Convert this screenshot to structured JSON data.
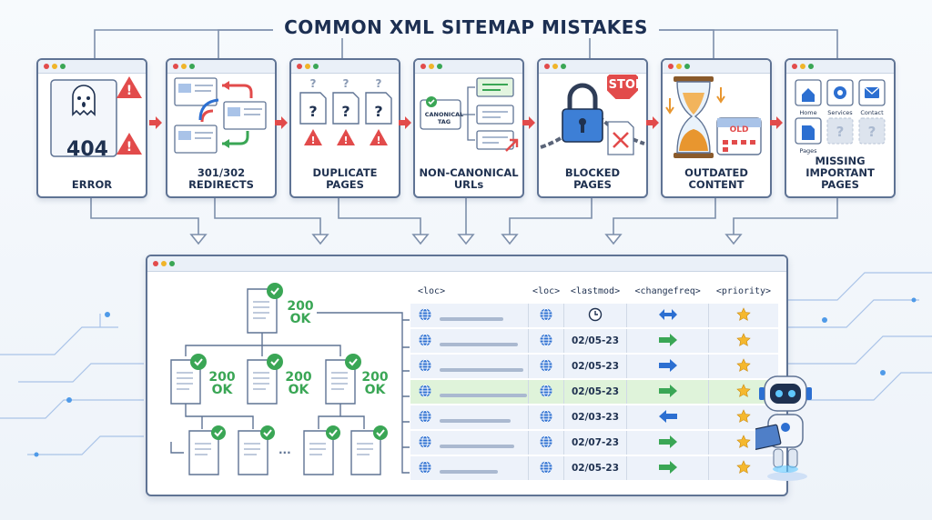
{
  "title": "COMMON XML SITEMAP MISTAKES",
  "mistakes": [
    {
      "label": "ERROR",
      "code": "404"
    },
    {
      "label": "301/302\nREDIRECTS"
    },
    {
      "label": "DUPLICATE\nPAGES"
    },
    {
      "label": "NON-CANONICAL\nURLs",
      "tag": "CANONICAL\nTAG"
    },
    {
      "label": "BLOCKED\nPAGES",
      "stop": "STOP"
    },
    {
      "label": "OUTDATED\nCONTENT",
      "old": "OLD"
    },
    {
      "label": "MISSING\nIMPORTANT PAGES",
      "pages": [
        "Home",
        "Services",
        "Contact",
        "Pages"
      ]
    }
  ],
  "tree": {
    "root_status": "200\nOK",
    "child_status": "200\nOK",
    "ellipsis": "..."
  },
  "table": {
    "headers": [
      "<loc>",
      "<loc>",
      "<lastmod>",
      "<changefreq>",
      "<priority>"
    ],
    "rows": [
      {
        "lastmod": "",
        "freq": "clock",
        "highlight": false
      },
      {
        "lastmod": "02/05-23",
        "freq": "right-green",
        "highlight": false
      },
      {
        "lastmod": "02/05-23",
        "freq": "right-blue",
        "highlight": false
      },
      {
        "lastmod": "02/05-23",
        "freq": "right-green",
        "highlight": true
      },
      {
        "lastmod": "02/03-23",
        "freq": "left-blue",
        "highlight": false
      },
      {
        "lastmod": "02/07-23",
        "freq": "right-green",
        "highlight": false
      },
      {
        "lastmod": "02/05-23",
        "freq": "right-green",
        "highlight": false
      }
    ]
  },
  "colors": {
    "accent": "#2c6fd1",
    "success": "#3aa655",
    "error": "#e24b4b",
    "navy": "#1f3150"
  }
}
